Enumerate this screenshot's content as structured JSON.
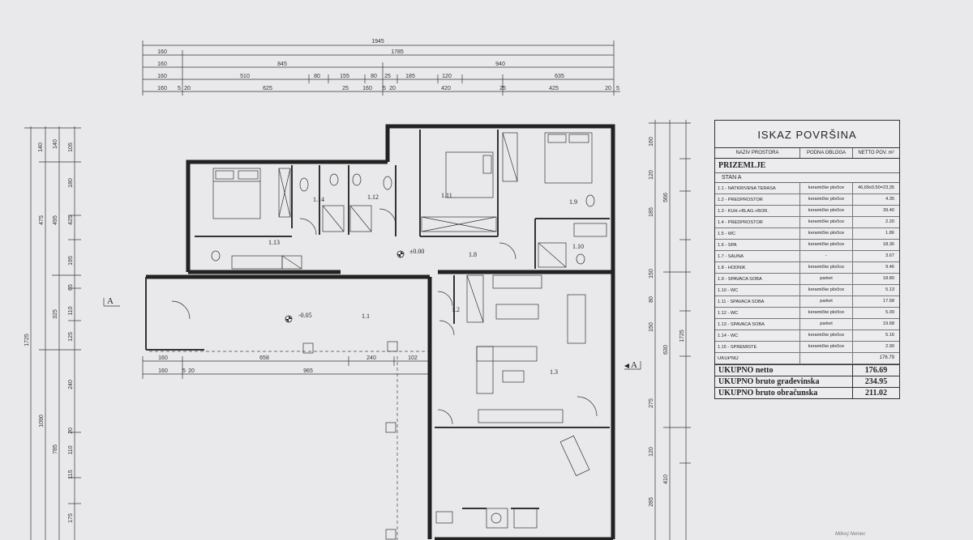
{
  "dimensions": {
    "top_rows": [
      [
        "1945"
      ],
      [
        "160",
        "1785"
      ],
      [
        "160",
        "845",
        "940"
      ],
      [
        "160",
        "510",
        "80",
        "155",
        "80",
        "25",
        "185",
        "120",
        "635"
      ],
      [
        "160",
        "5",
        "20",
        "625",
        "25",
        "160",
        "5",
        "20",
        "420",
        "25",
        "425",
        "20",
        "5"
      ]
    ],
    "left_col_1": [
      "1725"
    ],
    "left_col_2": [
      "475",
      "1090"
    ],
    "left_col_3": [
      "140",
      "495",
      "325",
      "785"
    ],
    "left_col_4": [
      "140",
      "105",
      "180",
      "425",
      "195",
      "65",
      "110",
      "125",
      "240",
      "20",
      "110",
      "115",
      "175"
    ],
    "right_col_1": [
      "1725"
    ],
    "right_col_2": [
      "566",
      "630",
      "410"
    ],
    "right_col_3": [
      "160",
      "120",
      "185",
      "150",
      "80",
      "150",
      "275",
      "120",
      "285"
    ],
    "bottom_rows": [
      [
        "160",
        "658",
        "240",
        "102"
      ],
      [
        "160",
        "5",
        "20",
        "965"
      ]
    ]
  },
  "rooms": {
    "r_1_1": "1.1",
    "r_1_2": "1.2",
    "r_1_3": "1.3",
    "r_1_8": "1.8",
    "r_1_9": "1.9",
    "r_1_10": "1.10",
    "r_1_11": "1.11",
    "r_1_12": "1.12",
    "r_1_13": "1.13",
    "r_1_14": "1.14"
  },
  "levels": {
    "main": "±0.00",
    "terrace": "-0.05"
  },
  "section_marks": {
    "left": "A",
    "right": "A"
  },
  "table": {
    "title": "ISKAZ POVRŠINA",
    "headers": [
      "NAZIV PROSTORA",
      "PODNA OBLOGA",
      "NETTO POV. m²"
    ],
    "section": "PRIZEMLJE",
    "subsection": "STAN A",
    "rows": [
      {
        "name": "1.1 - NATKRIVENA TERASA",
        "floor": "keramičke pločice",
        "area": "46,69x0,50=23,35"
      },
      {
        "name": "1.2 - PREDPROSTOR",
        "floor": "keramičke pločice",
        "area": "4.35"
      },
      {
        "name": "1.3 - KUH.+BLAG.+BOR.",
        "floor": "keramičke pločice",
        "area": "39.40"
      },
      {
        "name": "1.4 - PREDPROSTOR",
        "floor": "keramičke pločice",
        "area": "2.20"
      },
      {
        "name": "1.5 - WC",
        "floor": "keramičke pločice",
        "area": "1.86"
      },
      {
        "name": "1.6 - SPA",
        "floor": "keramičke pločice",
        "area": "18.36"
      },
      {
        "name": "1.7 - SAUNA",
        "floor": "-",
        "area": "3.67"
      },
      {
        "name": "1.8 - HODNIK",
        "floor": "keramičke pločice",
        "area": "9.46"
      },
      {
        "name": "1.9 - SPAVAĆA SOBA",
        "floor": "parket",
        "area": "18.80"
      },
      {
        "name": "1.10 - WC",
        "floor": "keramičke pločice",
        "area": "5.13"
      },
      {
        "name": "1.11 - SPAVAĆA SOBA",
        "floor": "parket",
        "area": "17.58"
      },
      {
        "name": "1.12 - WC",
        "floor": "keramičke pločice",
        "area": "5.09"
      },
      {
        "name": "1.13 - SPAVAĆA SOBA",
        "floor": "parket",
        "area": "19.68"
      },
      {
        "name": "1.14 - WC",
        "floor": "keramičke pločice",
        "area": "5.16"
      },
      {
        "name": "1.15 - SPREMIŠTE",
        "floor": "keramičke pločice",
        "area": "2.90"
      },
      {
        "name": "UKUPNO",
        "floor": "",
        "area": "176.79"
      }
    ],
    "totals": [
      {
        "label": "UKUPNO netto",
        "value": "176.69"
      },
      {
        "label": "UKUPNO bruto građevinska",
        "value": "234.95"
      },
      {
        "label": "UKUPNO bruto obračunska",
        "value": "211.02"
      }
    ]
  },
  "signature": "Milivoj Nemec"
}
